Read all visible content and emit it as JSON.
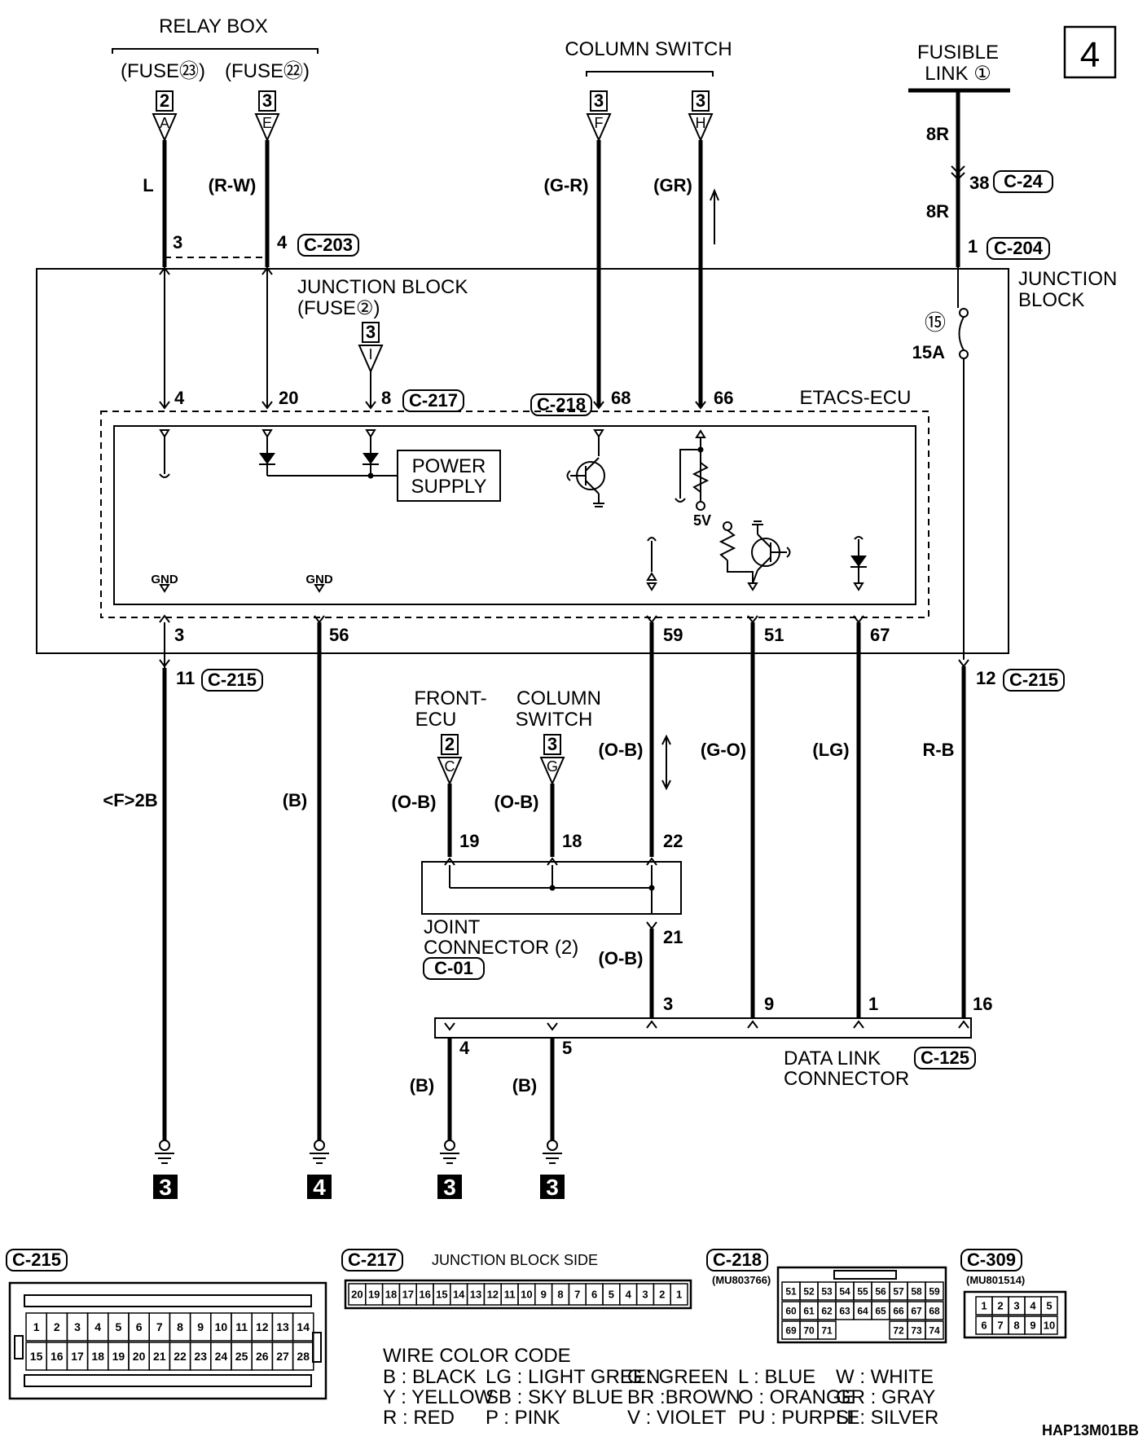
{
  "page_number": "4",
  "figure_code": "HAP13M01BB",
  "top_sources": {
    "relay_box_title": "RELAY BOX",
    "fuse23": "(FUSE㉓)",
    "fuse22": "(FUSE㉒)",
    "column_switch_title": "COLUMN SWITCH",
    "fusible_link": "FUSIBLE LINK ①",
    "fusible_link_line1": "FUSIBLE",
    "fusible_link_line2": "LINK ①"
  },
  "source_markers": [
    {
      "num": "2",
      "letter": "A"
    },
    {
      "num": "3",
      "letter": "E"
    },
    {
      "num": "3",
      "letter": "F"
    },
    {
      "num": "3",
      "letter": "H"
    },
    {
      "num": "3",
      "letter": "I"
    },
    {
      "num": "2",
      "letter": "C"
    },
    {
      "num": "3",
      "letter": "G"
    }
  ],
  "wire_colors": {
    "w1": "L",
    "w2": "(R-W)",
    "w3": "(G-R)",
    "w4": "(GR)",
    "w5a": "8R",
    "w5b": "8R",
    "w_gnd1": "<F>2B",
    "w_gnd2": "(B)",
    "w_ob1": "(O-B)",
    "w_ob2": "(O-B)",
    "w_ob3": "(O-B)",
    "w_ob4": "(O-B)",
    "w_go": "(G-O)",
    "w_lg": "(LG)",
    "w_rb": "R-B",
    "w_dl4": "(B)",
    "w_dl5": "(B)"
  },
  "connectors": {
    "c203": "C-203",
    "c204": "C-204",
    "c24": "C-24",
    "c217": "C-217",
    "c218": "C-218",
    "c215a": "C-215",
    "c215b": "C-215",
    "c01": "C-01",
    "c125": "C-125"
  },
  "pins": {
    "p3top": "3",
    "p4top": "4",
    "p38": "38",
    "p1": "1",
    "p4": "4",
    "p20": "20",
    "p8": "8",
    "p68": "68",
    "p66": "66",
    "p3b": "3",
    "p56": "56",
    "p59": "59",
    "p51": "51",
    "p67": "67",
    "p11": "11",
    "p12": "12",
    "p19": "19",
    "p18": "18",
    "p22": "22",
    "p21": "21",
    "pd3": "3",
    "pd9": "9",
    "pd1": "1",
    "pd16": "16",
    "pd4": "4",
    "pd5": "5"
  },
  "blocks": {
    "junction_block_right_1": "JUNCTION",
    "junction_block_right_2": "BLOCK",
    "junction_block_fuse_1": "JUNCTION BLOCK",
    "junction_block_fuse_2": "(FUSE②)",
    "etacs": "ETACS-ECU",
    "power_supply_1": "POWER",
    "power_supply_2": "SUPPLY",
    "fuse15": "⑮",
    "fuse15_rating": "15A",
    "gnd1": "GND",
    "gnd2": "GND",
    "v5": "5V",
    "front_ecu_1": "FRONT-",
    "front_ecu_2": "ECU",
    "column_switch2_1": "COLUMN",
    "column_switch2_2": "SWITCH",
    "joint_1": "JOINT",
    "joint_2": "CONNECTOR (2)",
    "dlc_1": "DATA LINK",
    "dlc_2": "CONNECTOR"
  },
  "ground_refs": [
    "3",
    "4",
    "3",
    "3"
  ],
  "connector_views": {
    "c215_label": "C-215",
    "c215_row1": [
      "1",
      "2",
      "3",
      "4",
      "5",
      "6",
      "7",
      "8",
      "9",
      "10",
      "11",
      "12",
      "13",
      "14"
    ],
    "c215_row2": [
      "15",
      "16",
      "17",
      "18",
      "19",
      "20",
      "21",
      "22",
      "23",
      "24",
      "25",
      "26",
      "27",
      "28"
    ],
    "c217_label": "C-217",
    "c217_caption": "JUNCTION BLOCK SIDE",
    "c217_row": [
      "20",
      "19",
      "18",
      "17",
      "16",
      "15",
      "14",
      "13",
      "12",
      "11",
      "10",
      "9",
      "8",
      "7",
      "6",
      "5",
      "4",
      "3",
      "2",
      "1"
    ],
    "c218_label": "C-218",
    "c218_part": "(MU803766)",
    "c218_row1": [
      "51",
      "52",
      "53",
      "54",
      "55",
      "56",
      "57",
      "58",
      "59"
    ],
    "c218_row2": [
      "60",
      "61",
      "62",
      "63",
      "64",
      "65",
      "66",
      "67",
      "68"
    ],
    "c218_row3a": [
      "69",
      "70",
      "71"
    ],
    "c218_row3b": [
      "72",
      "73",
      "74"
    ],
    "c309_label": "C-309",
    "c309_part": "(MU801514)",
    "c309_row1": [
      "1",
      "2",
      "3",
      "4",
      "5"
    ],
    "c309_row2": [
      "6",
      "7",
      "8",
      "9",
      "10"
    ]
  },
  "wire_color_code": {
    "title": "WIRE COLOR CODE",
    "rows": [
      [
        "B : BLACK",
        "LG : LIGHT GREEN",
        "G : GREEN",
        "L : BLUE",
        "W : WHITE"
      ],
      [
        "Y : YELLOW",
        "SB : SKY BLUE",
        "BR :BROWN",
        "O : ORANGE",
        "GR : GRAY"
      ],
      [
        "R : RED",
        "P : PINK",
        "V : VIOLET",
        "PU : PURPLE",
        "SI : SILVER"
      ]
    ]
  }
}
